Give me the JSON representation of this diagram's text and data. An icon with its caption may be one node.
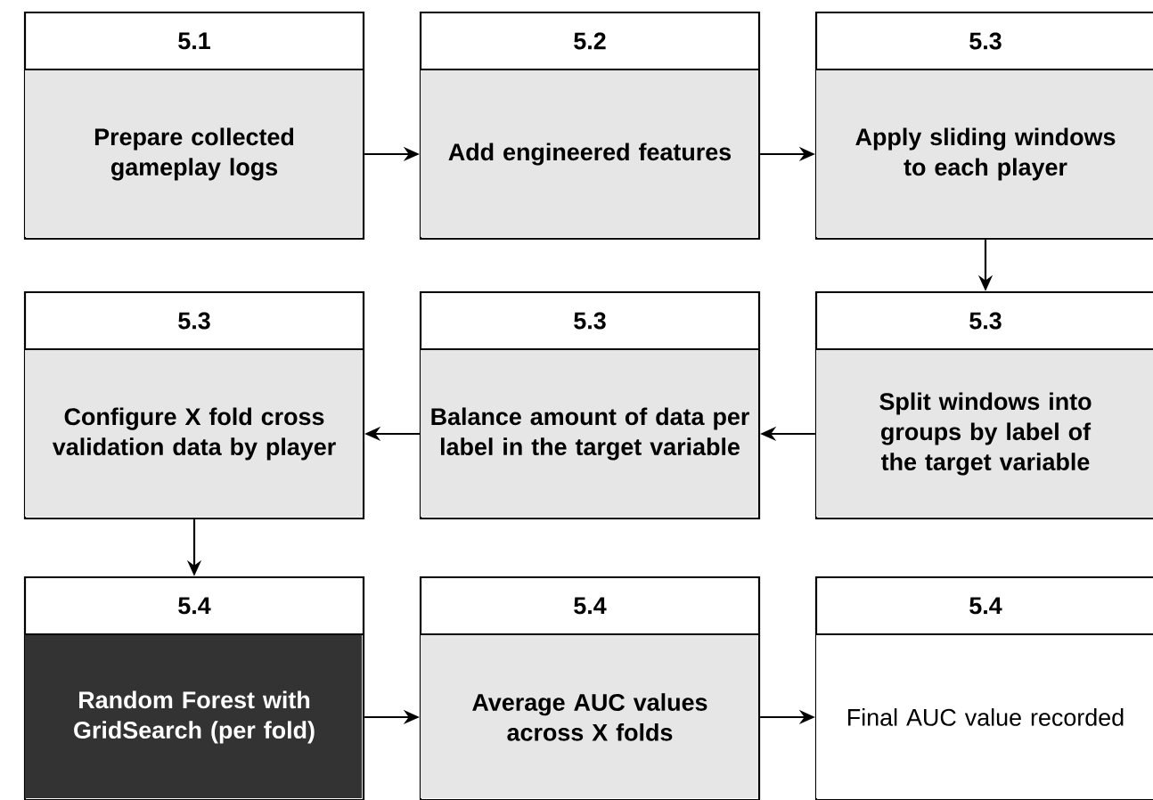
{
  "diagram": {
    "nodes": [
      {
        "text": [
          "5.1",
          "Prepare collected gameplay logs"
        ]
      },
      {
        "text": [
          "5.2",
          "Add engineered features"
        ]
      },
      {
        "text": [
          "5.3",
          "Apply sliding windows to each player"
        ]
      },
      {
        "text": [
          "5.3",
          "Configure X fold cross validation data by player"
        ]
      },
      {
        "text": [
          "5.3",
          "Balance amount of data per label in the target variable"
        ]
      },
      {
        "text": [
          "5.3",
          "Split windows into groups by label of the target variable"
        ]
      },
      {
        "text": [
          "5.4",
          "Random Forest with GridSearch (per fold)"
        ]
      },
      {
        "text": [
          "5.4",
          "Average AUC values across X folds"
        ]
      },
      {
        "text": [
          "5.4",
          "Final AUC value recorded"
        ]
      }
    ],
    "edges": [
      {
        "from": 0,
        "to": 1,
        "arrow": "to"
      },
      {
        "from": 1,
        "to": 2,
        "arrow": "to"
      },
      {
        "from": 2,
        "to": 5,
        "arrow": "to"
      },
      {
        "from": 5,
        "to": 4,
        "arrow": "to"
      },
      {
        "from": 4,
        "to": 3,
        "arrow": "to"
      },
      {
        "from": 3,
        "to": 6,
        "arrow": "to"
      },
      {
        "from": 6,
        "to": 7,
        "arrow": "to"
      },
      {
        "from": 7,
        "to": 8,
        "arrow": "to"
      }
    ]
  }
}
